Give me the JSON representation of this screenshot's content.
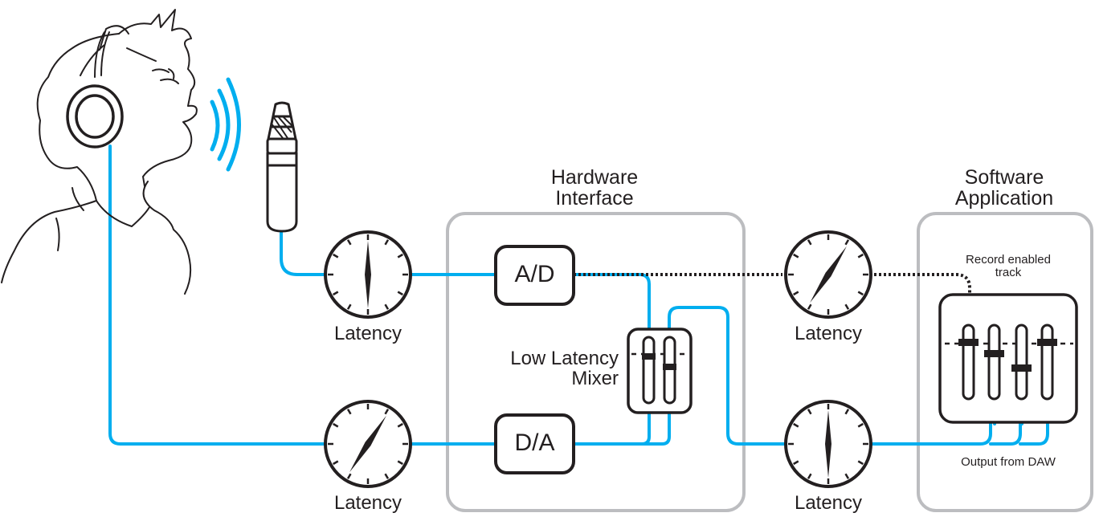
{
  "sections": {
    "hardware_title_line1": "Hardware",
    "hardware_title_line2": "Interface",
    "software_title_line1": "Software",
    "software_title_line2": "Application"
  },
  "converters": {
    "ad": "A/D",
    "da": "D/A"
  },
  "mixer": {
    "line1": "Low Latency",
    "line2": "Mixer"
  },
  "latency_labels": {
    "mic_to_ad": "Latency",
    "da_to_headphones": "Latency",
    "ad_to_software": "Latency",
    "software_to_da": "Latency"
  },
  "software": {
    "record_line1": "Record enabled",
    "record_line2": "track",
    "output": "Output from DAW"
  },
  "colors": {
    "signal": "#00aeef",
    "ink": "#231f20",
    "box": "#bcbdc0"
  },
  "icons": [
    "person-headphones-icon",
    "sound-waves-icon",
    "microphone-icon",
    "latency-gauge-icon",
    "fader-icon"
  ]
}
